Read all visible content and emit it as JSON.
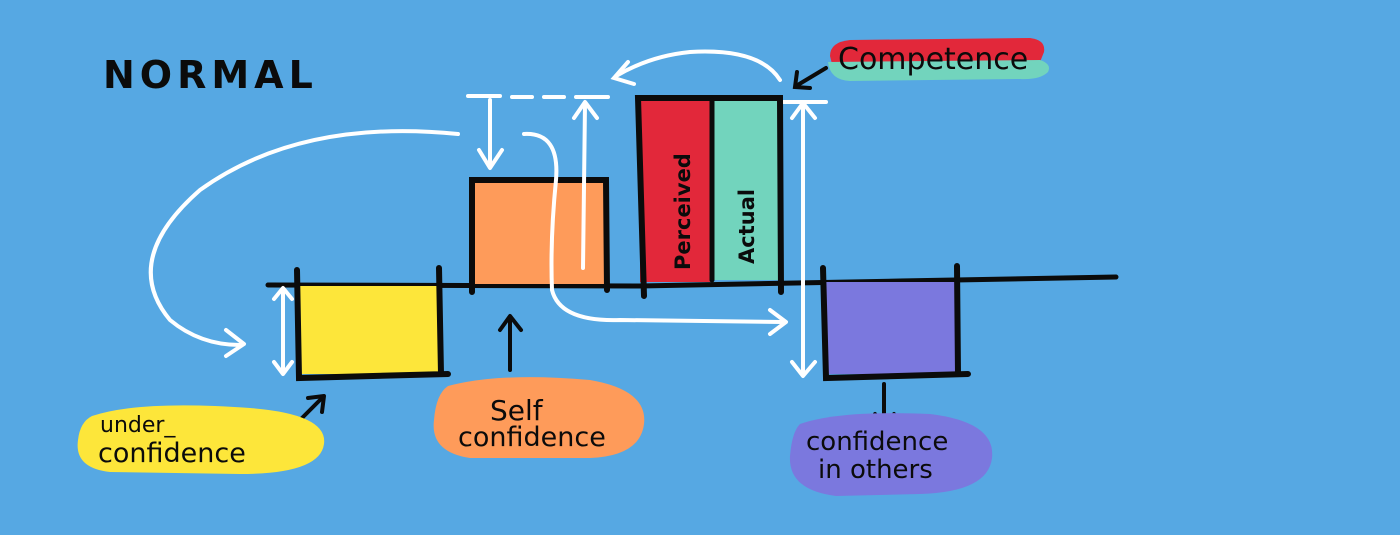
{
  "title": "NORMAL",
  "labels": {
    "competence": "Competence",
    "perceived": "Perceived",
    "actual": "Actual",
    "underconfidence_line1": "under_",
    "underconfidence_line2": "confidence",
    "self_confidence_line1": "Self",
    "self_confidence_line2": "confidence",
    "confidence_in_others_line1": "confidence",
    "confidence_in_others_line2": "in others"
  },
  "colors": {
    "background": "#56a8e3",
    "underconfidence": "#fde63a",
    "self_confidence": "#fe9b5a",
    "perceived": "#e2283a",
    "actual": "#72d4bd",
    "confidence_in_others": "#7b78de",
    "ink": "#0b0b0b",
    "arrows": "#ffffff"
  }
}
